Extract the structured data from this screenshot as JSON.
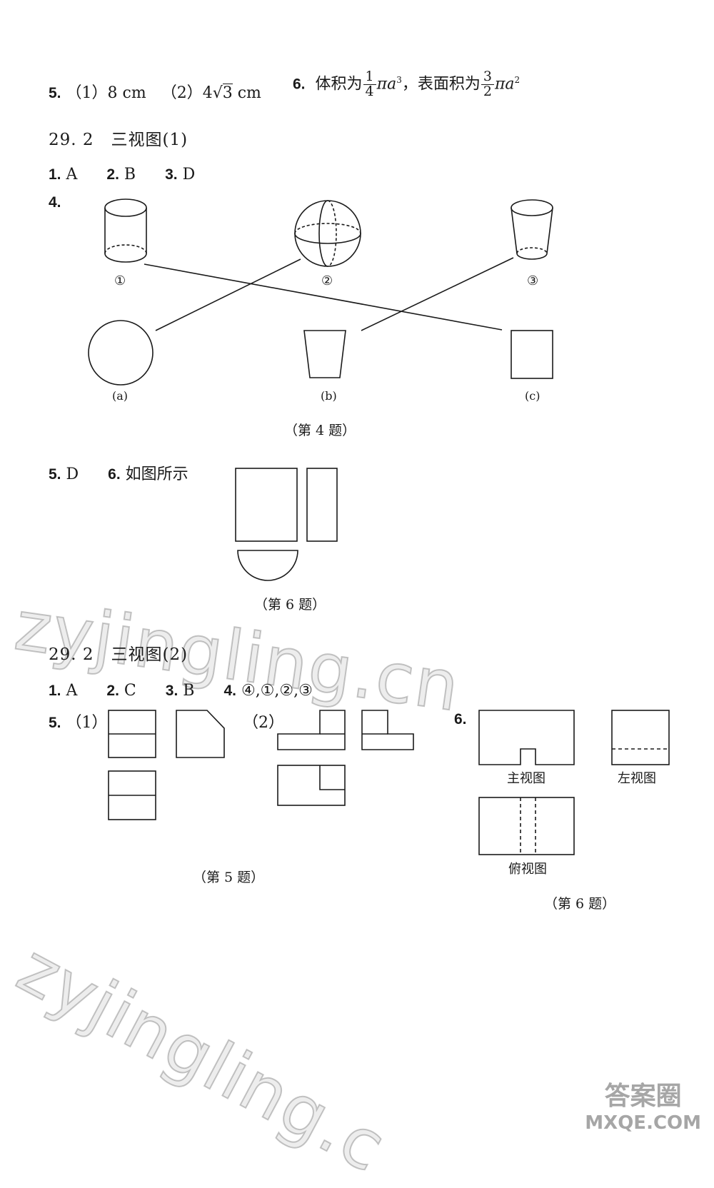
{
  "line1": {
    "q5_num": "5.",
    "q5_p1": "（1）",
    "q5_v1": "8 cm",
    "q5_p2": "（2）",
    "q5_v2_a": "4",
    "q5_v2_rad": "3",
    "q5_v2_unit": "cm",
    "q6_num": "6.",
    "q6_text1": "体积为",
    "q6_frac1_n": "1",
    "q6_frac1_d": "4",
    "q6_expr1": "πa",
    "q6_exp1": "3",
    "q6_text2": "，表面积为",
    "q6_frac2_n": "3",
    "q6_frac2_d": "2",
    "q6_expr2": "πa",
    "q6_exp2": "2"
  },
  "section1": {
    "title": "29. 2　三视图(1)",
    "answers": [
      {
        "num": "1.",
        "ans": "A"
      },
      {
        "num": "2.",
        "ans": "B"
      },
      {
        "num": "3.",
        "ans": "D"
      }
    ],
    "q4_num": "4.",
    "solid_labels": [
      "①",
      "②",
      "③"
    ],
    "view_labels": [
      "(a)",
      "(b)",
      "(c)"
    ],
    "fig4_caption": "（第 4 题）",
    "q5_num": "5.",
    "q5_ans": "D",
    "q6_num": "6.",
    "q6_text": "如图所示",
    "fig6_caption": "（第 6 题）"
  },
  "section2": {
    "title": "29. 2　三视图(2)",
    "answers": [
      {
        "num": "1.",
        "ans": "A"
      },
      {
        "num": "2.",
        "ans": "C"
      },
      {
        "num": "3.",
        "ans": "B"
      },
      {
        "num": "4.",
        "ans": "④,①,②,③"
      }
    ],
    "q5_num": "5.",
    "q5_p1": "（1）",
    "q5_p2": "（2）",
    "fig5_caption": "（第 5 题）",
    "q6_num": "6.",
    "view_main": "主视图",
    "view_left": "左视图",
    "view_top": "俯视图",
    "fig6_caption": "（第 6 题）"
  },
  "watermark": {
    "text1": "zyjingling.cn",
    "text2": "zyjingling.c",
    "corner_big": "答案圈",
    "corner_site": "MXQE.COM"
  }
}
